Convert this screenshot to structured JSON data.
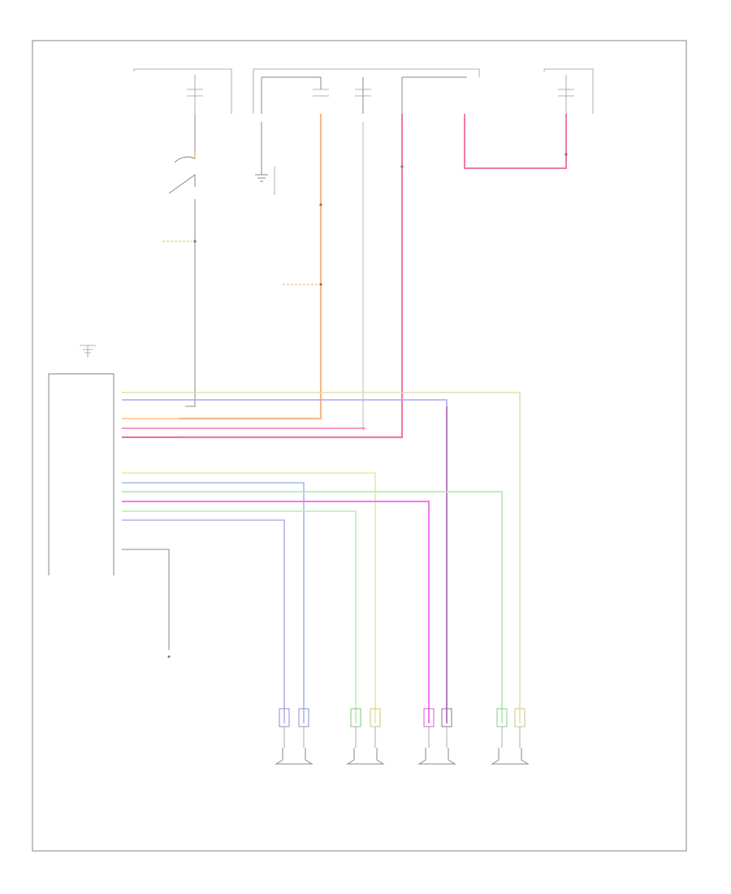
{
  "wires": {
    "top": [
      {
        "id": "orange",
        "color": "#f6b98a"
      },
      {
        "id": "pink",
        "color": "#f07aa8"
      },
      {
        "id": "gray",
        "color": "#b8b8b8"
      },
      {
        "id": "black",
        "color": "#777777"
      }
    ],
    "group1": [
      {
        "id": "g1-tan",
        "color": "#e6dfa8"
      },
      {
        "id": "g1-blue",
        "color": "#a9a9ee"
      },
      {
        "id": "g1-orange",
        "color": "#f8c38e"
      },
      {
        "id": "g1-pink-short",
        "color": "#f27ab0"
      },
      {
        "id": "g1-red",
        "color": "#f26a96"
      }
    ],
    "group2": [
      {
        "id": "g2-yellow",
        "color": "#ece89a"
      },
      {
        "id": "g2-blue",
        "color": "#a8b8f0"
      },
      {
        "id": "g2-green",
        "color": "#a9eaa9"
      },
      {
        "id": "g2-magenta",
        "color": "#f07af0"
      },
      {
        "id": "g2-lightgreen",
        "color": "#b9ecb9"
      },
      {
        "id": "g2-lavender",
        "color": "#b0b0f0"
      }
    ]
  }
}
